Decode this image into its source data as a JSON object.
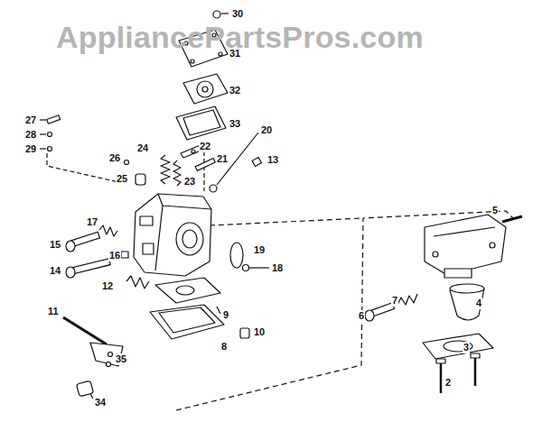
{
  "diagram": {
    "labels": [
      "AppliancePartsPros.com",
      "30",
      "31",
      "32",
      "33",
      "27",
      "28",
      "29",
      "26",
      "24",
      "22",
      "20",
      "21",
      "13",
      "25",
      "23",
      "17",
      "15",
      "16",
      "14",
      "12",
      "19",
      "18",
      "11",
      "9",
      "10",
      "8",
      "34",
      "35",
      "5",
      "7",
      "6",
      "4",
      "3",
      "2"
    ]
  }
}
